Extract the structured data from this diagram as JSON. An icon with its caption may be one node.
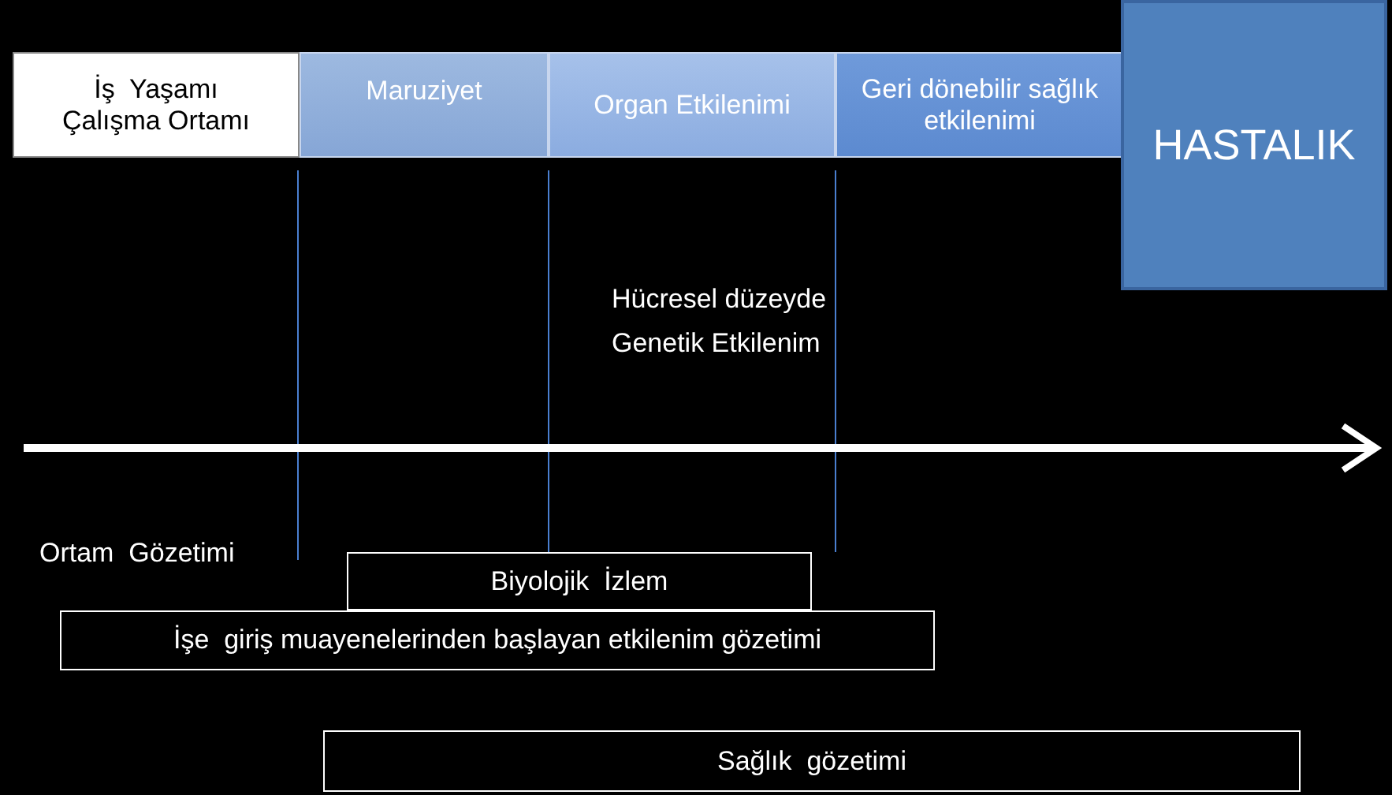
{
  "diagram": {
    "nodes": [
      {
        "text": [
          "İş  Yaşamı Çalışma Ortamı"
        ]
      },
      {
        "text": [
          "Maruziyet"
        ]
      },
      {
        "text": [
          "Organ Etkilenimi"
        ]
      },
      {
        "text": [
          "Geri dönebilir sağlık etkilenimi"
        ]
      },
      {
        "text": [
          "HASTALIK"
        ]
      },
      {
        "text": [
          "Biyolojik  İzlem"
        ]
      },
      {
        "text": [
          "İşe  giriş muayenelerinden başlayan etkilenim gözetimi"
        ]
      },
      {
        "text": [
          "Sağlık  gözetimi"
        ]
      }
    ],
    "labels": [
      "Hücresel düzeyde Genetik Etkilenim",
      "Ortam  Gözetimi"
    ]
  }
}
